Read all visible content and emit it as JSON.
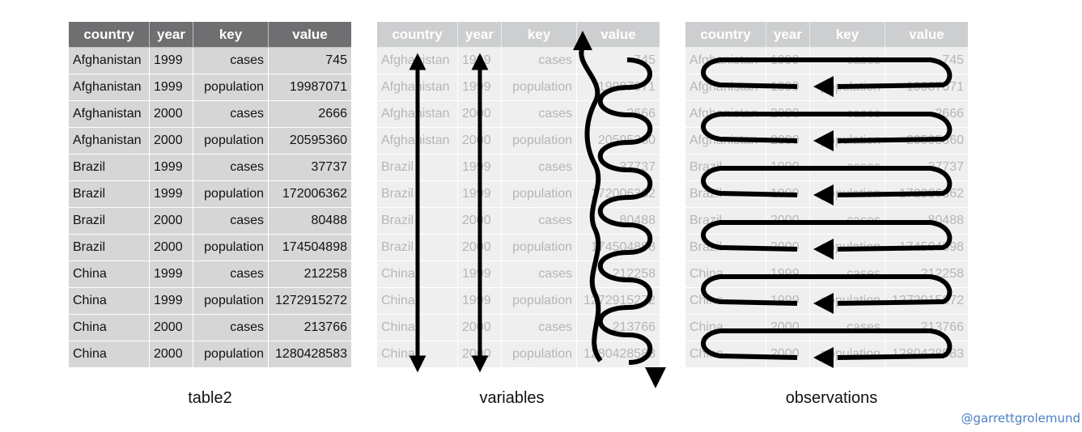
{
  "columns": [
    "country",
    "year",
    "key",
    "value"
  ],
  "rows": [
    [
      "Afghanistan",
      "1999",
      "cases",
      "745"
    ],
    [
      "Afghanistan",
      "1999",
      "population",
      "19987071"
    ],
    [
      "Afghanistan",
      "2000",
      "cases",
      "2666"
    ],
    [
      "Afghanistan",
      "2000",
      "population",
      "20595360"
    ],
    [
      "Brazil",
      "1999",
      "cases",
      "37737"
    ],
    [
      "Brazil",
      "1999",
      "population",
      "172006362"
    ],
    [
      "Brazil",
      "2000",
      "cases",
      "80488"
    ],
    [
      "Brazil",
      "2000",
      "population",
      "174504898"
    ],
    [
      "China",
      "1999",
      "cases",
      "212258"
    ],
    [
      "China",
      "1999",
      "population",
      "1272915272"
    ],
    [
      "China",
      "2000",
      "cases",
      "213766"
    ],
    [
      "China",
      "2000",
      "population",
      "1280428583"
    ]
  ],
  "captions": {
    "table2": "table2",
    "variables": "variables",
    "observations": "observations"
  },
  "credit": "@garrettgrolemund",
  "colors": {
    "header_dark": "#6f6f72",
    "cell_dark": "#d6d6d6",
    "header_faded": "#cdced0",
    "cell_faded": "#efefef",
    "text_faded": "#b6b6b6",
    "arrow": "#000000",
    "credit": "#4a7fc1"
  }
}
